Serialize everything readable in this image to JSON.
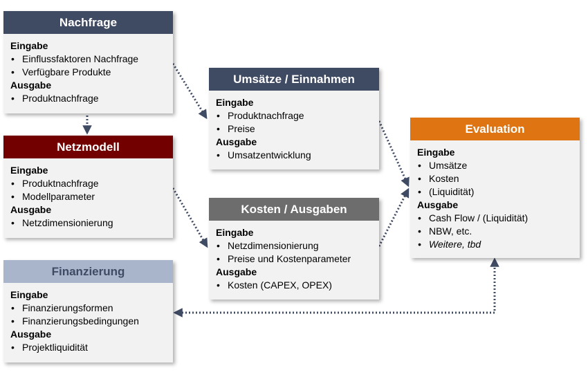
{
  "colors": {
    "navy": "#3f4a63",
    "darkred": "#720000",
    "gray": "#6d6d6d",
    "lightblue": "#a9b5cb",
    "orange": "#df7512",
    "box_bg": "#f2f2f2"
  },
  "boxes": {
    "nachfrage": {
      "title": "Nachfrage",
      "input_label": "Eingabe",
      "inputs": [
        "Einflussfaktoren Nachfrage",
        "Verfügbare Produkte"
      ],
      "output_label": "Ausgabe",
      "outputs": [
        "Produktnachfrage"
      ]
    },
    "netzmodell": {
      "title": "Netzmodell",
      "input_label": "Eingabe",
      "inputs": [
        "Produktnachfrage",
        "Modellparameter"
      ],
      "output_label": "Ausgabe",
      "outputs": [
        "Netzdimensionierung"
      ]
    },
    "finanzierung": {
      "title": "Finanzierung",
      "input_label": "Eingabe",
      "inputs": [
        "Finanzierungsformen",
        "Finanzierungsbedingungen"
      ],
      "output_label": "Ausgabe",
      "outputs": [
        "Projektliquidität"
      ]
    },
    "umsaetze": {
      "title": "Umsätze / Einnahmen",
      "input_label": "Eingabe",
      "inputs": [
        "Produktnachfrage",
        "Preise"
      ],
      "output_label": "Ausgabe",
      "outputs": [
        "Umsatzentwicklung"
      ]
    },
    "kosten": {
      "title": "Kosten / Ausgaben",
      "input_label": "Eingabe",
      "inputs": [
        "Netzdimensionierung",
        "Preise und Kostenparameter"
      ],
      "output_label": "Ausgabe",
      "outputs": [
        "Kosten (CAPEX, OPEX)"
      ]
    },
    "evaluation": {
      "title": "Evaluation",
      "input_label": "Eingabe",
      "inputs": [
        "Umsätze",
        "Kosten",
        "(Liquidität)"
      ],
      "output_label": "Ausgabe",
      "outputs": [
        "Cash Flow / (Liquidität)",
        "NBW, etc."
      ],
      "outputs_italic": [
        "Weitere, tbd"
      ]
    }
  }
}
